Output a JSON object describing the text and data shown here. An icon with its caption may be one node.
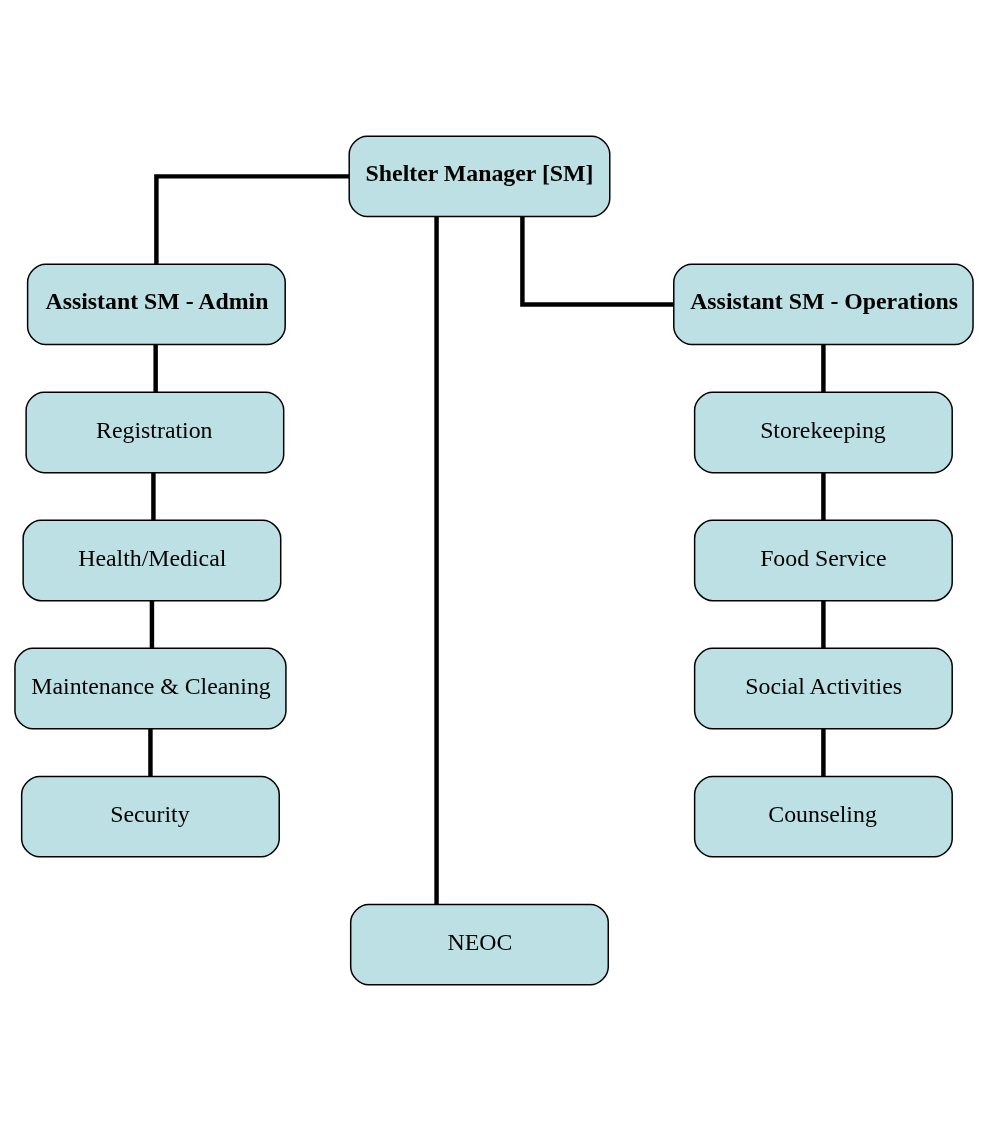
{
  "diagram": {
    "nodes": [
      {
        "text": [
          "Shelter Manager [SM]"
        ]
      },
      {
        "text": [
          "Assistant SM - Admin"
        ]
      },
      {
        "text": [
          "Assistant SM - Operations"
        ]
      },
      {
        "text": [
          "Registration"
        ]
      },
      {
        "text": [
          "Storekeeping"
        ]
      },
      {
        "text": [
          "Health/Medical"
        ]
      },
      {
        "text": [
          "Food Service"
        ]
      },
      {
        "text": [
          "Maintenance & Cleaning"
        ]
      },
      {
        "text": [
          "Social Activities"
        ]
      },
      {
        "text": [
          "Security"
        ]
      },
      {
        "text": [
          "Counseling"
        ]
      },
      {
        "text": [
          "NEOC"
        ]
      }
    ],
    "edges": [
      {
        "from": 0,
        "to": 1,
        "arrow": "none"
      },
      {
        "from": 0,
        "to": 11,
        "arrow": "none"
      },
      {
        "from": 0,
        "to": 2,
        "arrow": "none"
      },
      {
        "from": 1,
        "to": 3,
        "arrow": "none"
      },
      {
        "from": 3,
        "to": 5,
        "arrow": "none"
      },
      {
        "from": 5,
        "to": 7,
        "arrow": "none"
      },
      {
        "from": 7,
        "to": 9,
        "arrow": "none"
      },
      {
        "from": 2,
        "to": 4,
        "arrow": "none"
      },
      {
        "from": 4,
        "to": 6,
        "arrow": "none"
      },
      {
        "from": 6,
        "to": 8,
        "arrow": "none"
      },
      {
        "from": 8,
        "to": 10,
        "arrow": "none"
      }
    ]
  }
}
